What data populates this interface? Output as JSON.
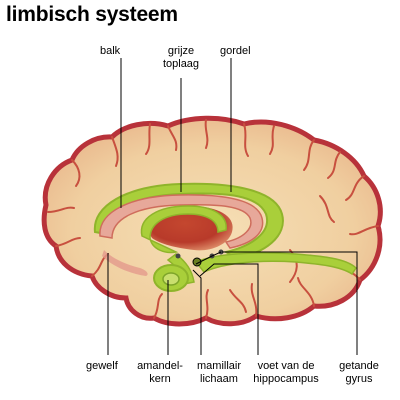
{
  "title": "limbisch systeem",
  "labels": {
    "balk": "balk",
    "grijze_toplaag": "grijze\ntoplaag",
    "gordel": "gordel",
    "gewelf": "gewelf",
    "amandelkern": "amandel-\nkern",
    "mamillair_lichaam": "mamillair\nlichaam",
    "voet_hippocampus": "voet van de\nhippocampus",
    "getande_gyrus": "getande\ngyrus"
  }
}
